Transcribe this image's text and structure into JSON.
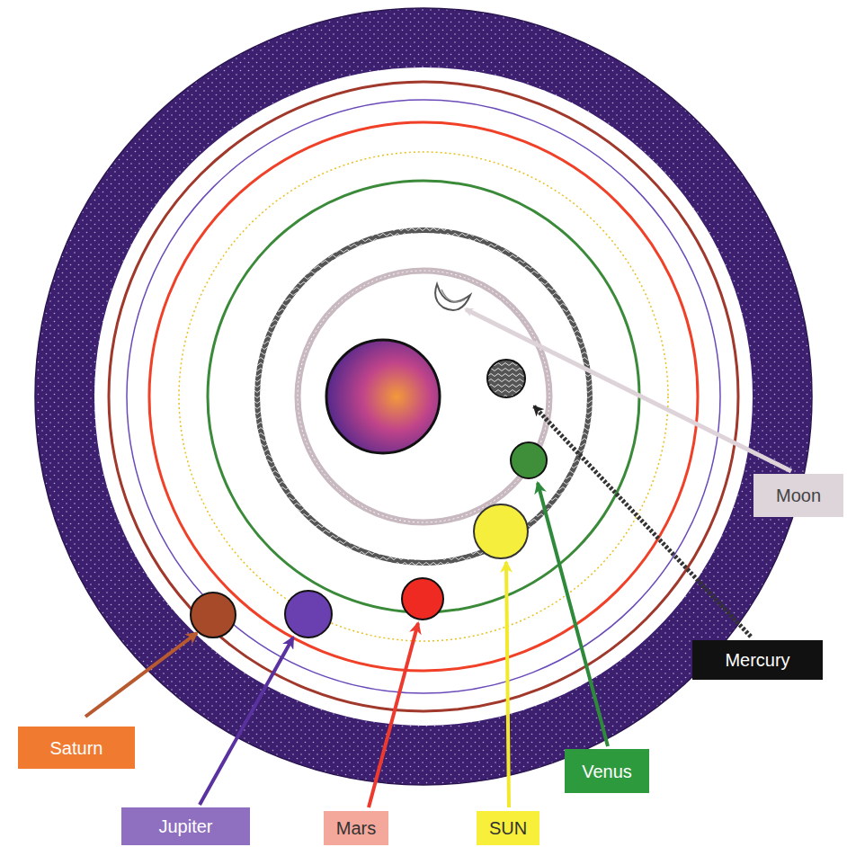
{
  "diagram": {
    "nodes": [
      {
        "text": [
          "Moon"
        ]
      },
      {
        "text": [
          "Mercury"
        ]
      },
      {
        "text": [
          "Saturn"
        ]
      },
      {
        "text": [
          "Venus"
        ]
      },
      {
        "text": [
          "Jupiter"
        ]
      },
      {
        "text": [
          "Mars"
        ]
      },
      {
        "text": [
          "SUN"
        ]
      }
    ]
  }
}
